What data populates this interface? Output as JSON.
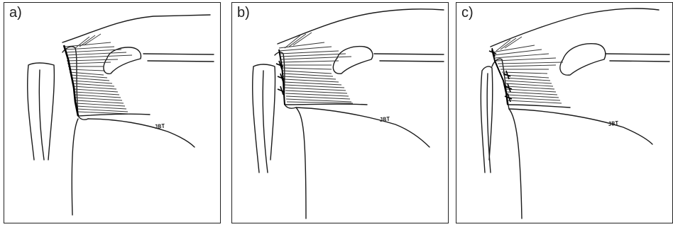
{
  "panels": [
    {
      "label": "a)",
      "signature": "JBT"
    },
    {
      "label": "b)",
      "signature": "JBT"
    },
    {
      "label": "c)",
      "signature": "JBT"
    }
  ]
}
